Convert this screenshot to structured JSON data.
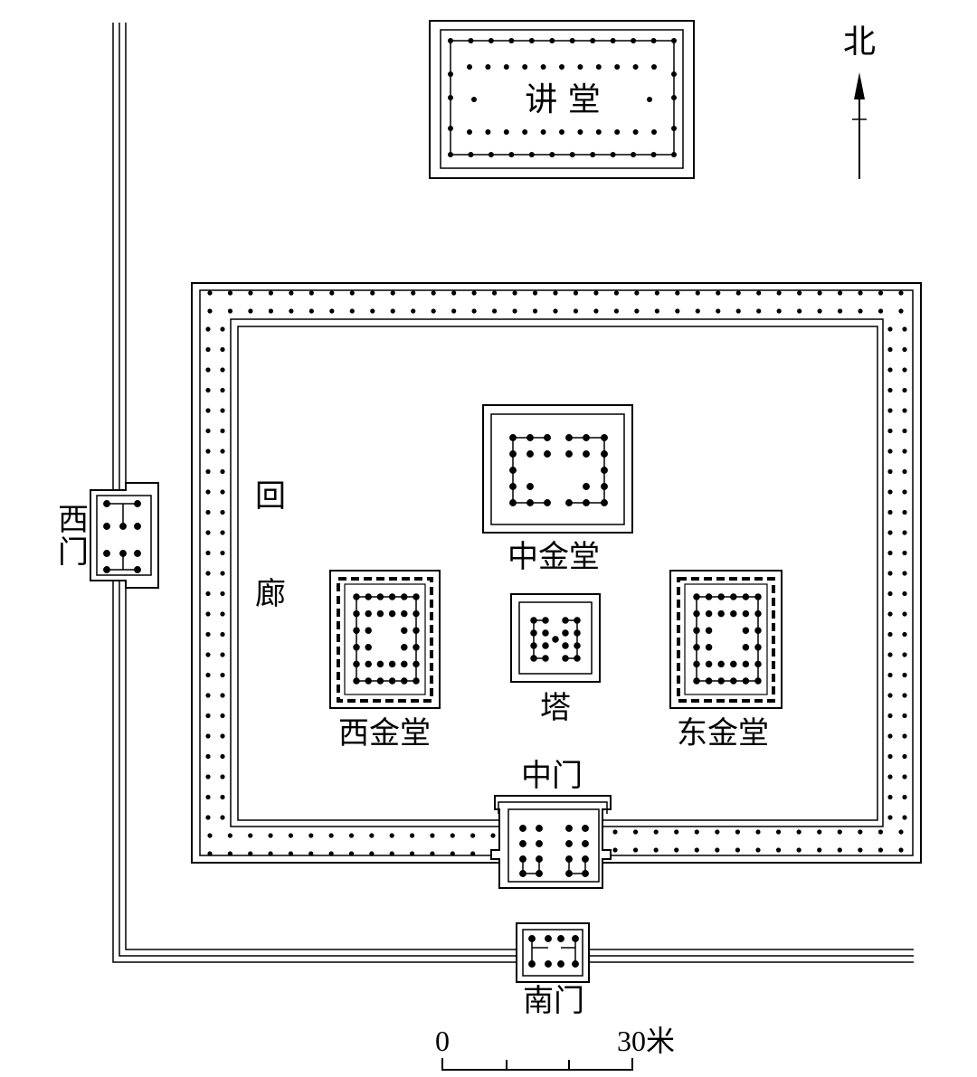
{
  "labels": {
    "north": "北",
    "lecture_hall": "讲 堂",
    "corridor_1": "回",
    "corridor_2": "廊",
    "west_gate_1": "西",
    "west_gate_2": "门",
    "middle_golden_hall": "中金堂",
    "west_golden_hall": "西金堂",
    "east_golden_hall": "东金堂",
    "pagoda": "塔",
    "middle_gate": "中门",
    "south_gate": "南门"
  },
  "scale_bar": {
    "start_label": "0",
    "end_label": "30米"
  }
}
